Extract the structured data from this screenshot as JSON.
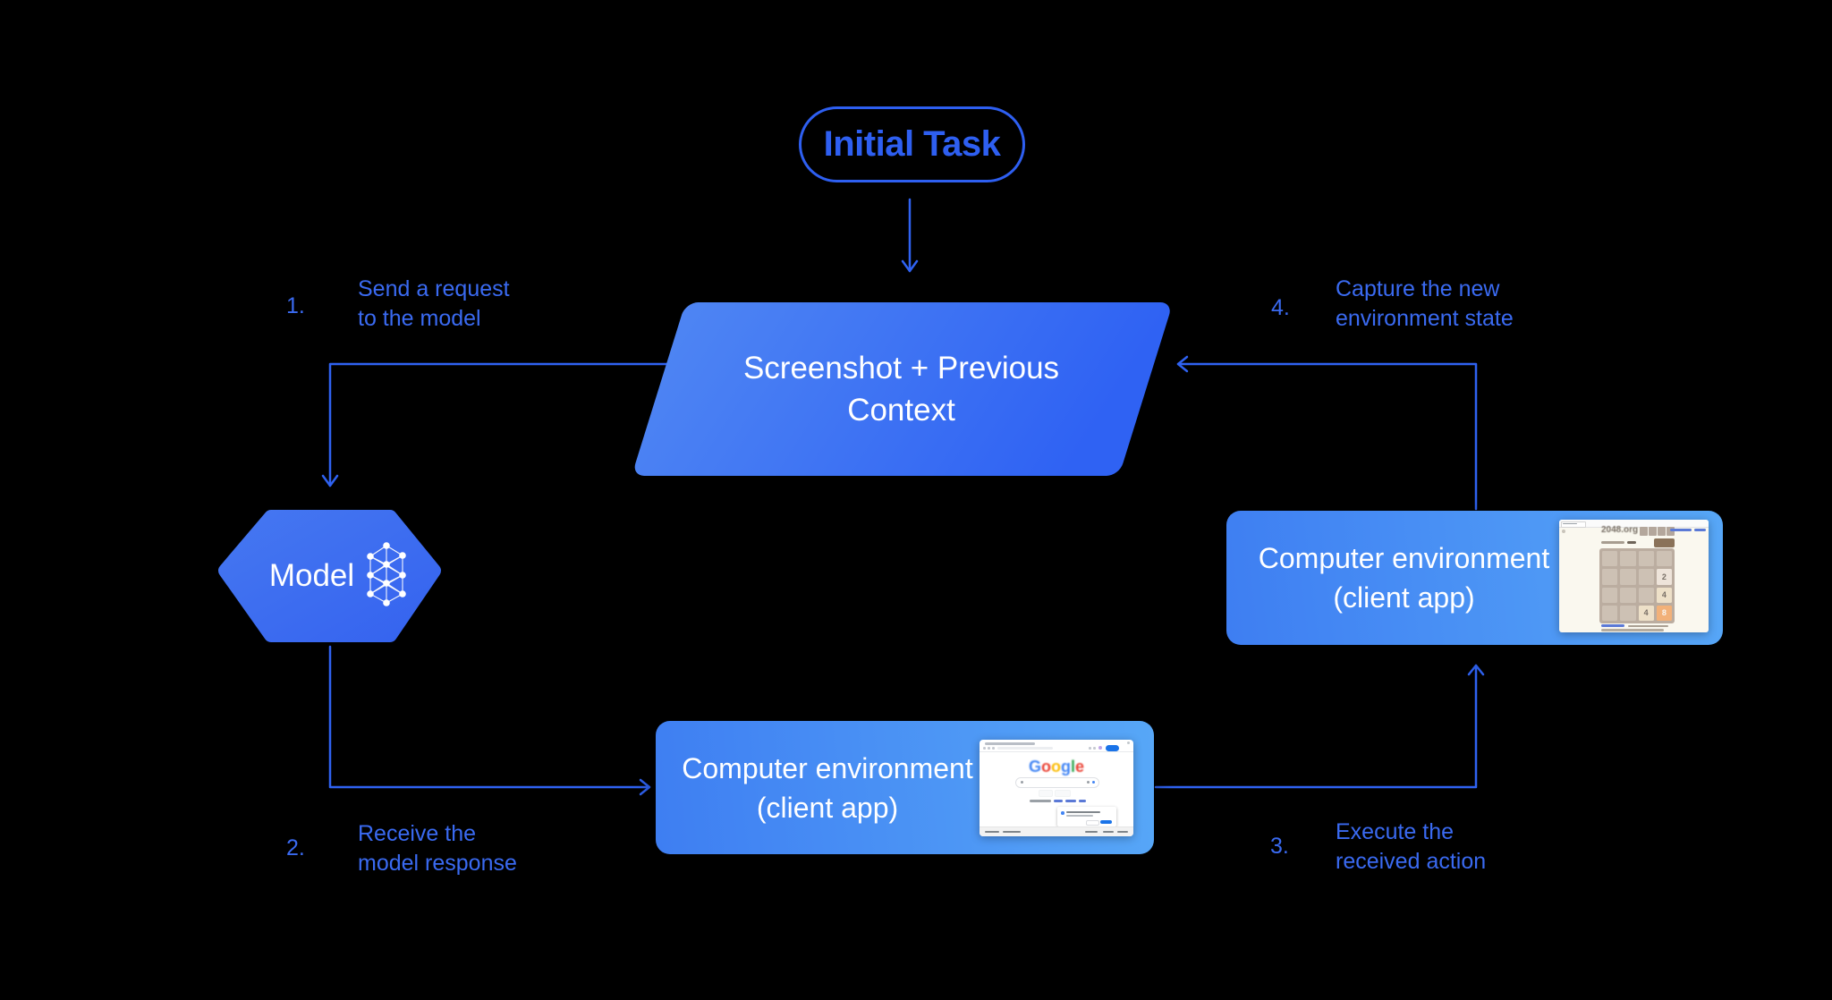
{
  "nodes": {
    "initial_task": "Initial Task",
    "screenshot_context": "Screenshot + Previous Context",
    "model": "Model",
    "computer_env_bottom": "Computer environment (client app)",
    "computer_env_right": "Computer environment (client app)"
  },
  "steps": [
    {
      "num": "1.",
      "text": "Send a request to the model"
    },
    {
      "num": "2.",
      "text": "Receive the model response"
    },
    {
      "num": "3.",
      "text": "Execute the received action"
    },
    {
      "num": "4.",
      "text": "Capture the new environment state"
    }
  ],
  "colors": {
    "background": "#000000",
    "line": "#2f62f1",
    "label": "#3a6af1",
    "pill": "#2e5ff1",
    "parallelogram_start": "#4e85f3",
    "parallelogram_end": "#2f62f3",
    "hex_start": "#4477f1",
    "hex_end": "#3563ef",
    "box_start": "#3e7ef2",
    "box_end": "#57a7f7"
  },
  "google_mini": {
    "logo_letters": [
      {
        "ch": "G",
        "color": "#4285F4"
      },
      {
        "ch": "o",
        "color": "#EA4335"
      },
      {
        "ch": "o",
        "color": "#FBBC05"
      },
      {
        "ch": "g",
        "color": "#4285F4"
      },
      {
        "ch": "l",
        "color": "#34A853"
      },
      {
        "ch": "e",
        "color": "#EA4335"
      }
    ],
    "accent_button_color": "#1a73e8"
  },
  "game_mini": {
    "site_title": "2048.org",
    "score_box_count": 4,
    "grid": {
      "rows": 4,
      "cols": 4,
      "board_color": "#bbada0",
      "cell_color": "#cdc1b4"
    },
    "tiles": [
      {
        "row": 2,
        "col": 4,
        "value": "2",
        "bg": "#eee4da",
        "fg": "#776e65"
      },
      {
        "row": 3,
        "col": 4,
        "value": "4",
        "bg": "#ede0c8",
        "fg": "#776e65"
      },
      {
        "row": 4,
        "col": 3,
        "value": "4",
        "bg": "#ede0c8",
        "fg": "#776e65"
      },
      {
        "row": 4,
        "col": 4,
        "value": "8",
        "bg": "#f2b179",
        "fg": "#f9f6f2"
      }
    ]
  }
}
